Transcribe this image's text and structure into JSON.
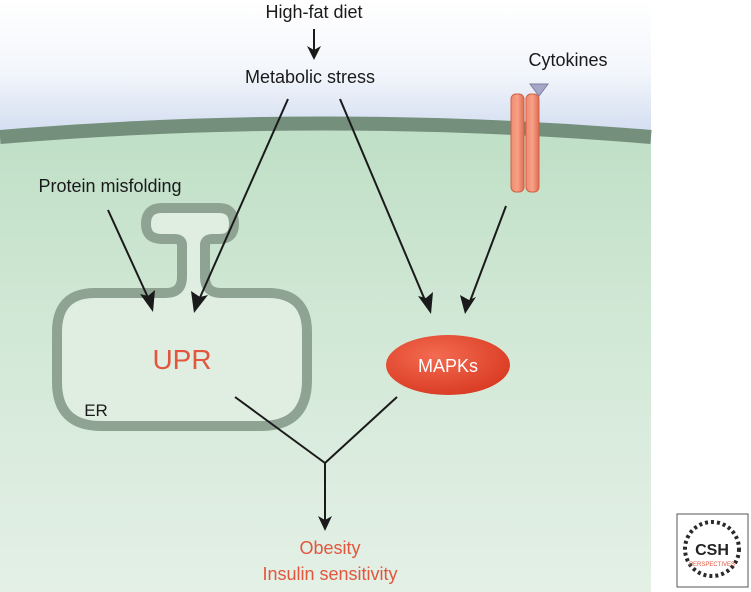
{
  "labels": {
    "high_fat_diet": "High-fat diet",
    "metabolic_stress": "Metabolic stress",
    "cytokines": "Cytokines",
    "protein_misfolding": "Protein misfolding",
    "upr": "UPR",
    "mapks": "MAPKs",
    "er": "ER",
    "obesity": "Obesity",
    "insulin_sensitivity": "Insulin sensitivity"
  },
  "logo": {
    "main": "CSH",
    "sub": "PERSPECTIVES"
  },
  "colors": {
    "extracellular_top": "#ffffff",
    "extracellular_bottom": "#c9d6ee",
    "membrane": "#6f8a78",
    "cytoplasm": "#cfe6d3",
    "er_outline": "#8fa493",
    "er_fill": "#e2efe4",
    "accent_red": "#e2563d",
    "mapk_fill": "#e84a30",
    "receptor": "#ee7d62",
    "ligand": "#a7a9c4",
    "arrow": "#1a1a1a"
  },
  "icons": {
    "receptor": "cytokine-receptor-icon",
    "ligand": "cytokine-ligand-icon",
    "logo": "cshl-perspectives-logo-icon"
  }
}
